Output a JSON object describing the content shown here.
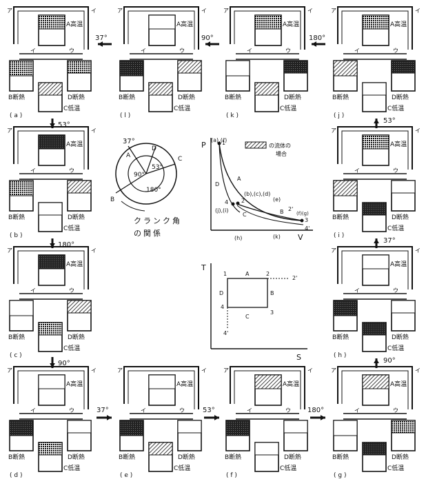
{
  "panels": [
    {
      "id": "a",
      "caption": "( a )"
    },
    {
      "id": "l",
      "caption": "( l )"
    },
    {
      "id": "k",
      "caption": "( k )"
    },
    {
      "id": "j",
      "caption": "( j )"
    },
    {
      "id": "b",
      "caption": "( b )"
    },
    {
      "id": "i",
      "caption": "( i )"
    },
    {
      "id": "c",
      "caption": "( c )"
    },
    {
      "id": "h",
      "caption": "( h )"
    },
    {
      "id": "d",
      "caption": "( d )"
    },
    {
      "id": "e",
      "caption": "( e )"
    },
    {
      "id": "f",
      "caption": "( f )"
    },
    {
      "id": "g",
      "caption": "( g )"
    }
  ],
  "labels": {
    "A": "A高温",
    "B": "B断熱",
    "C": "C低温",
    "D": "D断熱",
    "pipe_left": "ア",
    "pipe_right": "イ",
    "tube_left": "イ",
    "tube_right": "ウ"
  },
  "arrows": {
    "a_to_b": "53°",
    "b_to_c": "180°",
    "c_to_d": "90°",
    "d_to_e": "37°",
    "e_to_f": "53°",
    "f_to_g": "180°",
    "g_to_h": "90°",
    "h_to_i": "37°",
    "i_to_j": "53°",
    "j_to_k": "180°",
    "k_to_l": "90°",
    "l_to_a": "37°"
  },
  "crank": {
    "angle_top": "37°",
    "angle_inner_left": "90°",
    "angle_inner_right": "53°",
    "angle_bottom": "180°",
    "letters": [
      "A",
      "D",
      "C",
      "B"
    ],
    "caption_line1": "クランク角",
    "caption_line2": "の関係"
  },
  "pv": {
    "ylabel": "P",
    "xlabel": "V",
    "legend": "の流体の\n場合",
    "point_labels": [
      "(a),(ℓ)",
      "1",
      "D",
      "A",
      "(b),(c),(d)",
      "2",
      "(e)",
      "2'",
      "4",
      "(j),(i)",
      "C",
      "B",
      "(f)(g)",
      "3",
      "4'",
      "(h)",
      "(k)"
    ]
  },
  "ts": {
    "ylabel": "T",
    "xlabel": "S",
    "point_labels": [
      "1",
      "A",
      "2",
      "2'",
      "D",
      "B",
      "4",
      "C",
      "3",
      "4'"
    ]
  }
}
